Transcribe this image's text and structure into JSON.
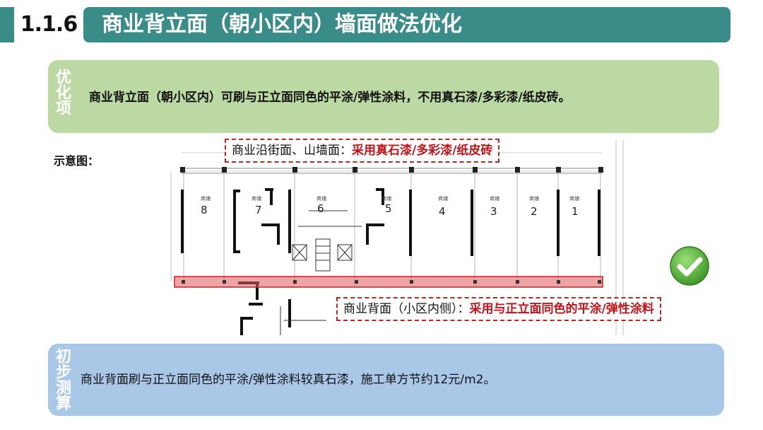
{
  "header": {
    "section_number": "1.1.6",
    "title": "商业背立面（朝小区内）墙面做法优化"
  },
  "optimization": {
    "label": "优化项",
    "text": "商业背立面（朝小区内）可刷与正立面同色的平涂/弹性涂料，不用真石漆/多彩漆/纸皮砖。"
  },
  "diagram": {
    "caption": "示意图：",
    "top_callout": {
      "prefix": "商业沿街面、山墙面：",
      "highlight": "采用真石漆/多彩漆/纸皮砖"
    },
    "bottom_callout": {
      "prefix": "商业背面（小区内侧）：",
      "highlight": "采用与正立面同色的平涂/弹性涂料"
    },
    "shops": [
      {
        "label": "商铺",
        "number": "8"
      },
      {
        "label": "商铺",
        "number": "7"
      },
      {
        "label": "商铺",
        "number": "6"
      },
      {
        "label": "商铺",
        "number": "5"
      },
      {
        "label": "商铺",
        "number": "4"
      },
      {
        "label": "商铺",
        "number": "3"
      },
      {
        "label": "商铺",
        "number": "2"
      },
      {
        "label": "商铺",
        "number": "1"
      }
    ],
    "check_icon": "check-icon",
    "highlight_color": "#e05a5a"
  },
  "estimate": {
    "label": "初步测算",
    "text": "商业背面刷与正立面同色的平涂/弹性涂料较真石漆，施工单方节约12元/m2。"
  },
  "colors": {
    "header": "#3a8c89",
    "optimization_box": "#bcd9a3",
    "estimate_box": "#a9c8e8",
    "callout_text": "#c0141a"
  }
}
